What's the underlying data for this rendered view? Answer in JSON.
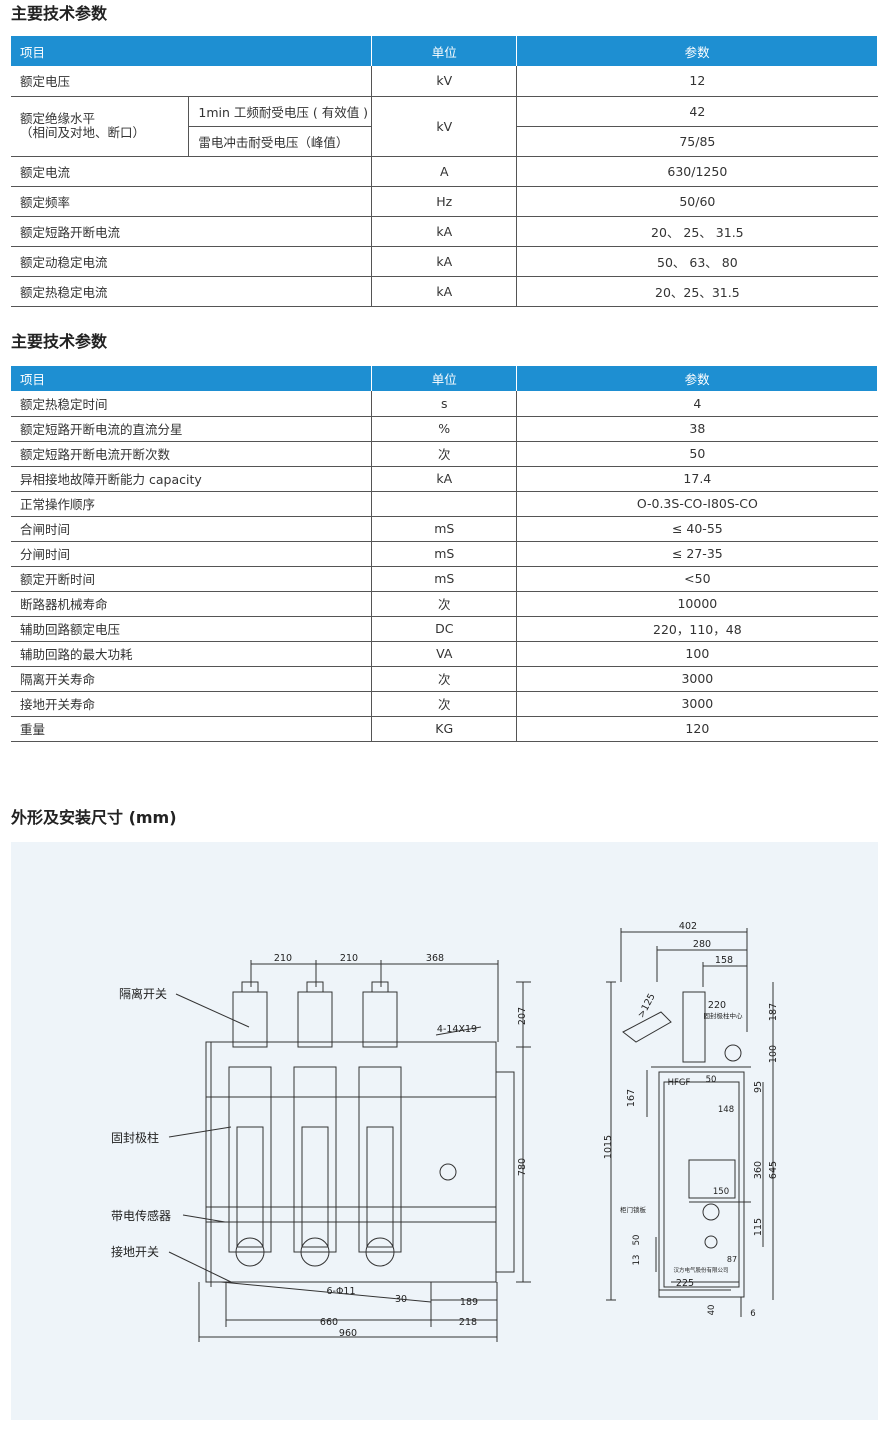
{
  "section1": {
    "title": "主要技术参数",
    "headers": [
      "项目",
      "单位",
      "参数"
    ],
    "rows": [
      {
        "item": "额定电压",
        "unit": "kV",
        "value": "12"
      },
      {
        "item": "额定电流",
        "unit": "A",
        "value": "630/1250"
      },
      {
        "item": "额定频率",
        "unit": "Hz",
        "value": "50/60"
      },
      {
        "item": "额定短路开断电流",
        "unit": "kA",
        "value": "20、 25、 31.5"
      },
      {
        "item": "额定动稳定电流",
        "unit": "kA",
        "value": "50、 63、 80"
      },
      {
        "item": "额定热稳定电流",
        "unit": "kA",
        "value": "20、25、31.5"
      }
    ],
    "insulation": {
      "item_line1": "额定绝缘水平",
      "item_line2": "（相间及对地、断口）",
      "sub1": "1min 工频耐受电压 ( 有效值 )",
      "sub2": "雷电冲击耐受电压（峰值）",
      "unit": "kV",
      "value1": "42",
      "value2": "75/85"
    }
  },
  "section2": {
    "title": "主要技术参数",
    "headers": [
      "项目",
      "单位",
      "参数"
    ],
    "rows": [
      {
        "item": "额定热稳定时间",
        "unit": "s",
        "value": "4"
      },
      {
        "item": "额定短路开断电流的直流分星",
        "unit": "%",
        "value": "38"
      },
      {
        "item": "额定短路开断电流开断次数",
        "unit": "次",
        "value": "50"
      },
      {
        "item": "异相接地故障开断能力 capacity",
        "unit": "kA",
        "value": "17.4"
      },
      {
        "item": "正常操作顺序",
        "unit": "",
        "value": "O-0.3S-CO-I80S-CO"
      },
      {
        "item": "合闸时间",
        "unit": "mS",
        "value": "≤ 40-55"
      },
      {
        "item": "分闸时间",
        "unit": "mS",
        "value": "≤ 27-35"
      },
      {
        "item": "额定开断时间",
        "unit": "mS",
        "value": "<50"
      },
      {
        "item": "断路器机械寿命",
        "unit": "次",
        "value": "10000"
      },
      {
        "item": "辅助回路额定电压",
        "unit": "DC",
        "value": "220，110，48"
      },
      {
        "item": "辅助回路的最大功耗",
        "unit": "VA",
        "value": "100"
      },
      {
        "item": "隔离开关寿命",
        "unit": "次",
        "value": "3000"
      },
      {
        "item": "接地开关寿命",
        "unit": "次",
        "value": "3000"
      },
      {
        "item": "重量",
        "unit": "KG",
        "value": "120"
      }
    ]
  },
  "section3": {
    "title": "外形及安装尺寸 (mm)"
  },
  "drawing": {
    "labels": [
      "隔离开关",
      "固封极柱",
      "带电传感器",
      "接地开关"
    ],
    "front_dims": [
      "210",
      "210",
      "368",
      "207",
      "4-14X19",
      "780",
      "6-Φ11",
      "30",
      "189",
      "660",
      "218",
      "960"
    ],
    "side_dims": [
      "402",
      "280",
      "158",
      "220",
      "固封极柱中心",
      ">125",
      "187",
      "100",
      "95",
      "167",
      "HFGF",
      "50",
      "148",
      "1015",
      "360",
      "645",
      "150",
      "115",
      "柜门锁板",
      "50",
      "13",
      "87",
      "225",
      "40",
      "6"
    ],
    "nameplate": "汉方电气股份有限公司"
  },
  "colors": {
    "header_bg": "#1e8fd2",
    "figure_bg": "#eef4f9",
    "line": "#555555"
  }
}
